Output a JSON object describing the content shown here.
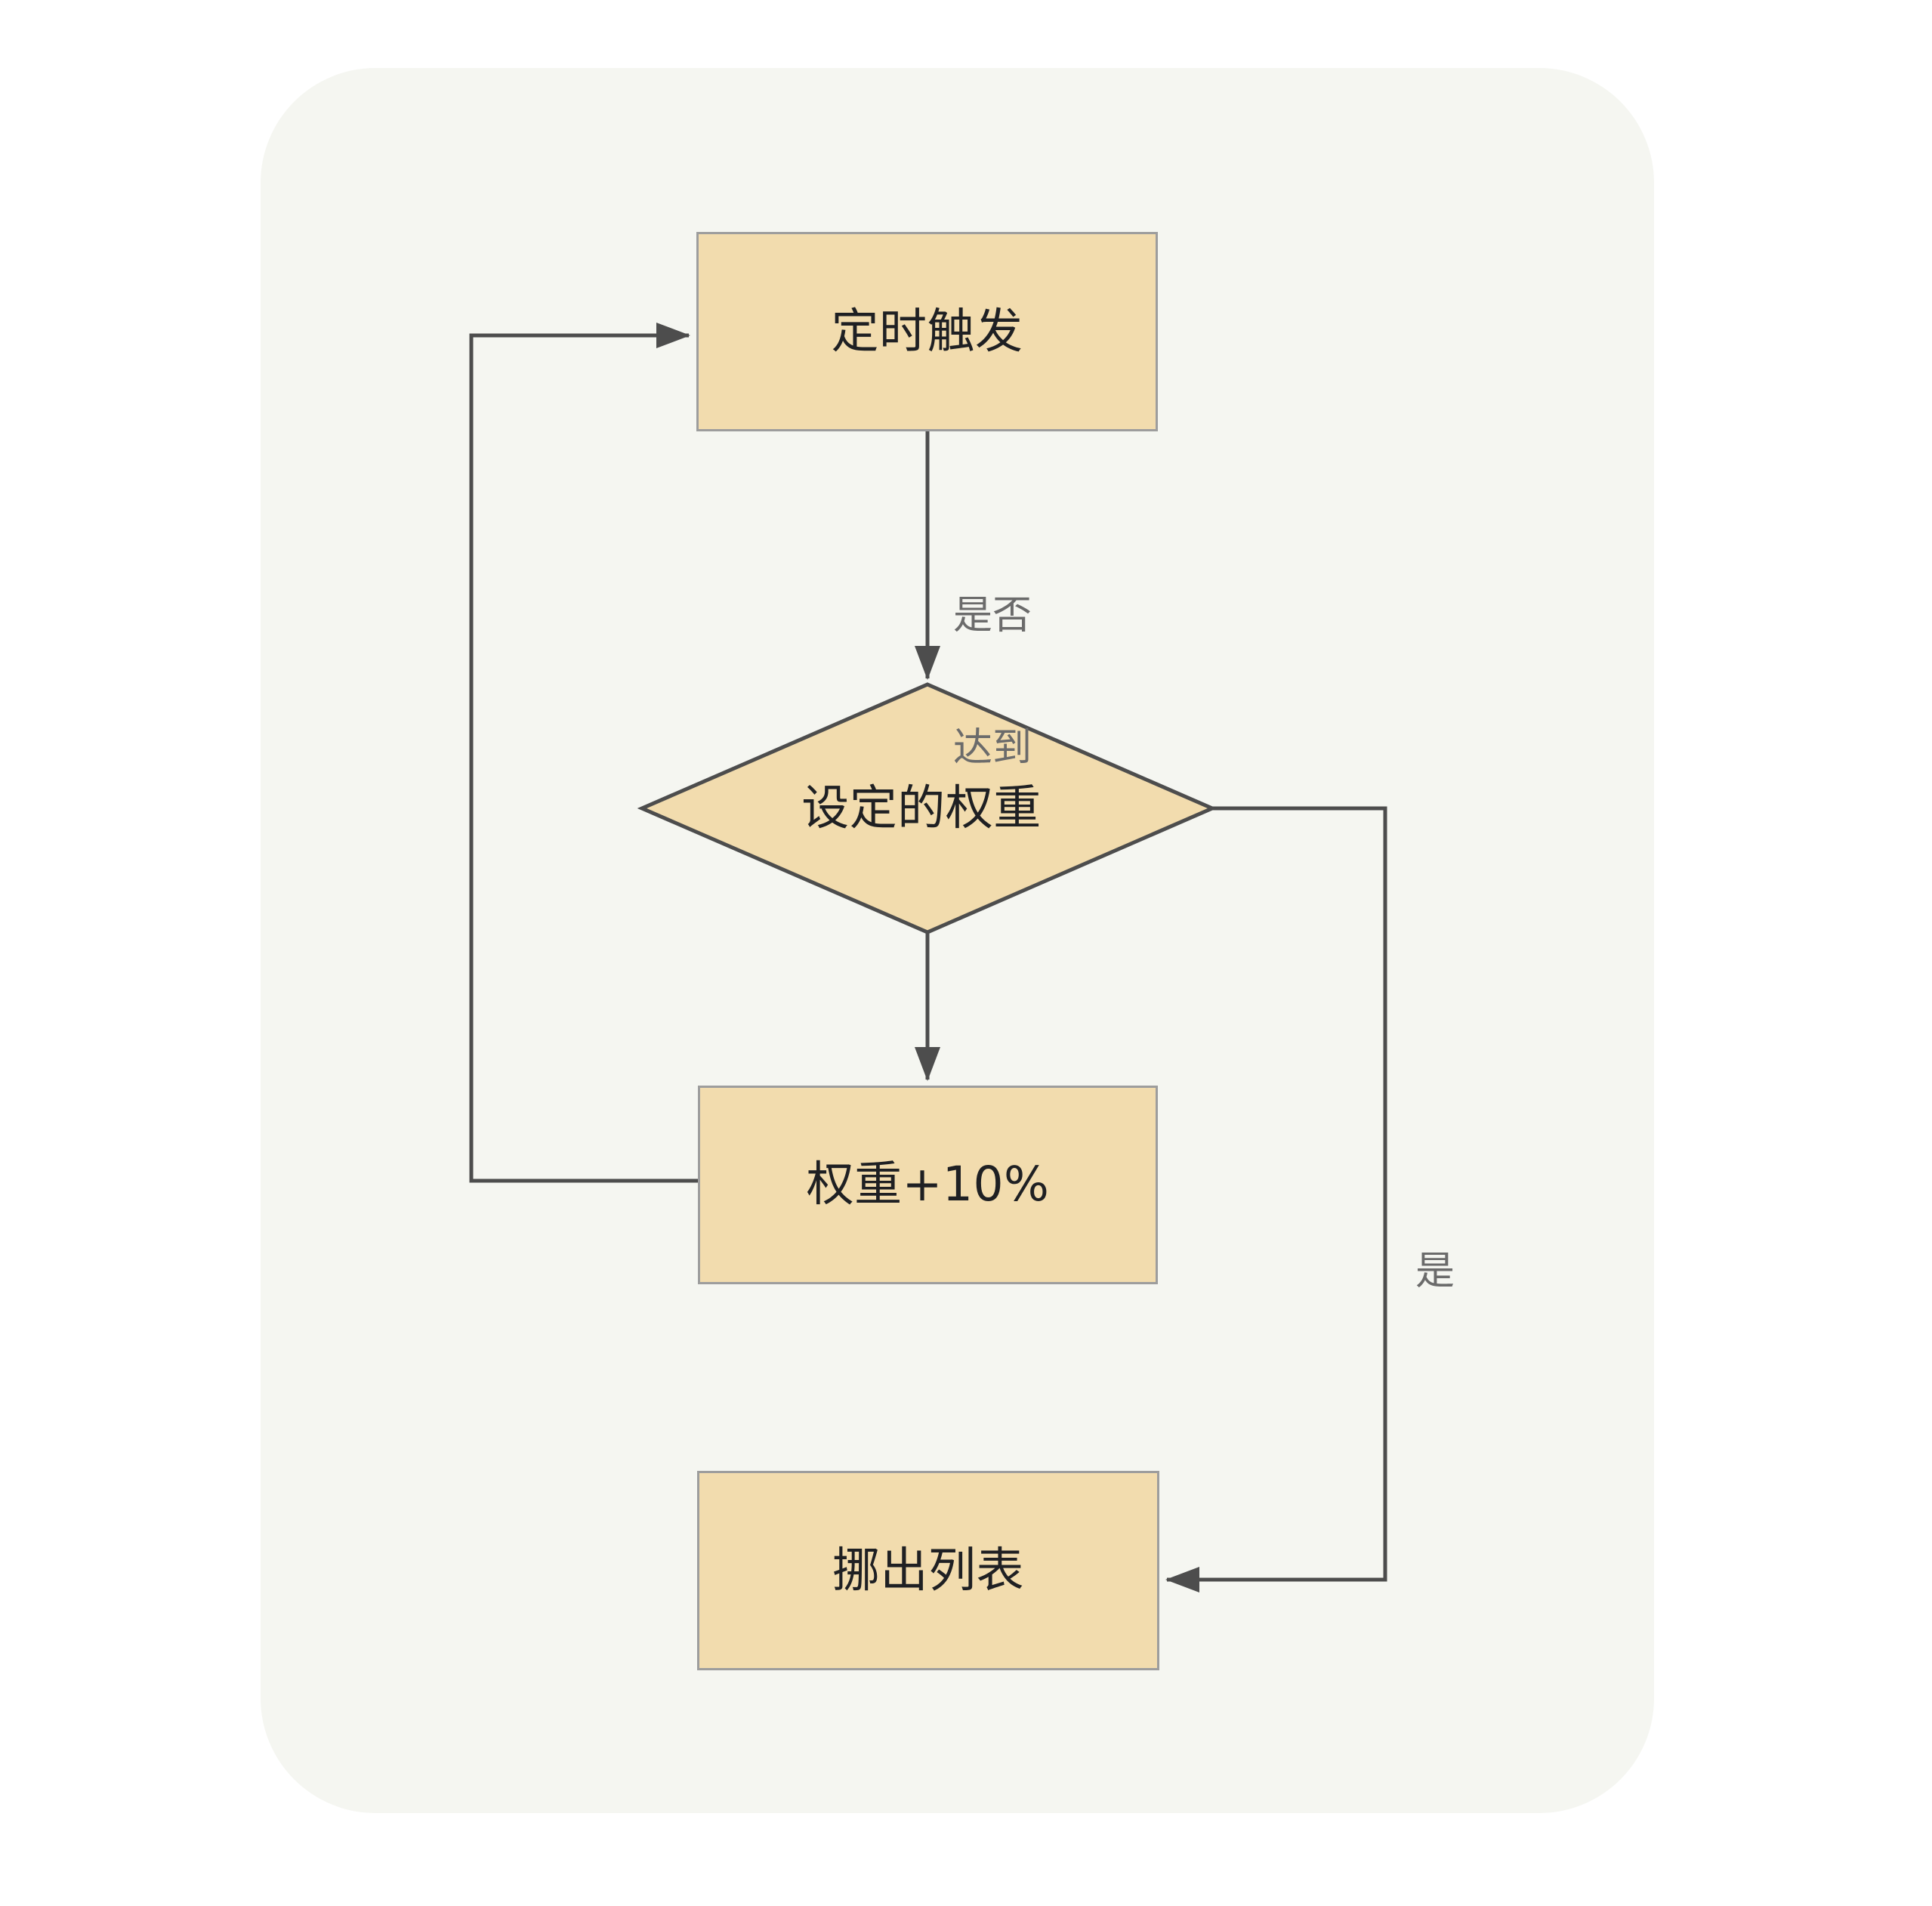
{
  "diagram": {
    "type": "flowchart",
    "orientation": "top-to-bottom",
    "canvas": {
      "background": "#ffffff",
      "panel_fill": "#f5f6f1",
      "node_fill": "#f2dcae",
      "node_border": "#9d9d9d",
      "decision_border": "#4d4d4d",
      "edge_color": "#4d4d4d",
      "node_text_color": "#1f2023",
      "edge_label_color": "#6b6b6b"
    },
    "nodes": [
      {
        "id": "trigger",
        "shape": "rectangle",
        "label": "定时触发"
      },
      {
        "id": "decision",
        "shape": "diamond",
        "label": "设定的权重"
      },
      {
        "id": "increase",
        "shape": "rectangle",
        "label": "权重+10%"
      },
      {
        "id": "remove",
        "shape": "rectangle",
        "label": "挪出列表"
      }
    ],
    "edges": [
      {
        "id": "trigger-to-decision",
        "from": "trigger",
        "to": "decision",
        "label_line1": "是否",
        "label_line2": "达到",
        "arrow": true
      },
      {
        "id": "decision-to-increase",
        "from": "decision",
        "to": "increase",
        "label_line1": "",
        "label_line2": "",
        "arrow": true
      },
      {
        "id": "decision-to-remove",
        "from": "decision",
        "to": "remove",
        "label_line1": "是",
        "label_line2": "",
        "arrow": true
      },
      {
        "id": "increase-to-trigger",
        "from": "increase",
        "to": "trigger",
        "label_line1": "",
        "label_line2": "",
        "arrow": true
      }
    ]
  }
}
